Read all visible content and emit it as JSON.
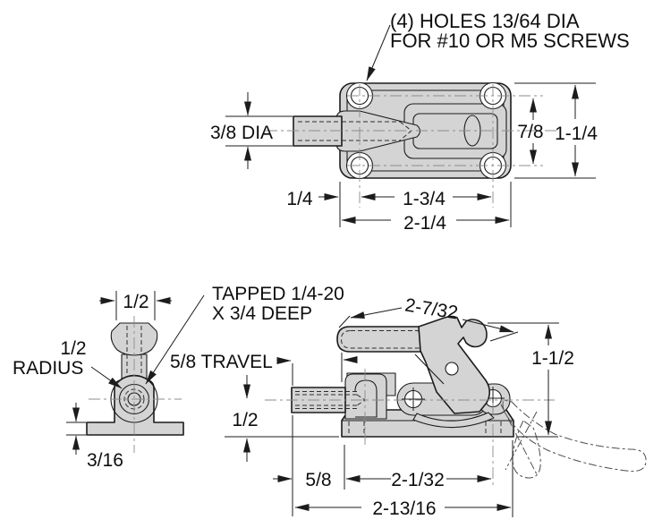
{
  "drawing": {
    "type": "engineering-dimension-drawing",
    "subject": "plunger toggle clamp latch, three orthographic views",
    "colors": {
      "part_fill": "#d4d4d4",
      "line": "#1c1c1c",
      "centerline": "#8c8c8c",
      "background": "#ffffff"
    },
    "notes": {
      "holes_line1": "(4) HOLES 13/64 DIA",
      "holes_line2": "FOR #10 OR M5 SCREWS",
      "tapped_line1": "TAPPED 1/4-20",
      "tapped_line2": "X 3/4 DEEP",
      "radius_line1": "1/2",
      "radius_line2": "RADIUS",
      "travel": "5/8 TRAVEL"
    },
    "top_view": {
      "plunger_diameter": "3/8 DIA",
      "hole_row_spacing": "7/8",
      "body_width": "1-1/4",
      "hole_edge_offset": "1/4",
      "hole_column_spacing": "1-3/4",
      "body_length": "2-1/4"
    },
    "end_view": {
      "knob_width": "1/2",
      "base_thickness": "3/16"
    },
    "side_view": {
      "handle_diagonal_length": "2-7/32",
      "open_handle_height": "1-1/2",
      "centerline_to_base": "1/2",
      "plunger_extension": "5/8",
      "body_length": "2-1/32",
      "overall_length": "2-13/16"
    }
  }
}
